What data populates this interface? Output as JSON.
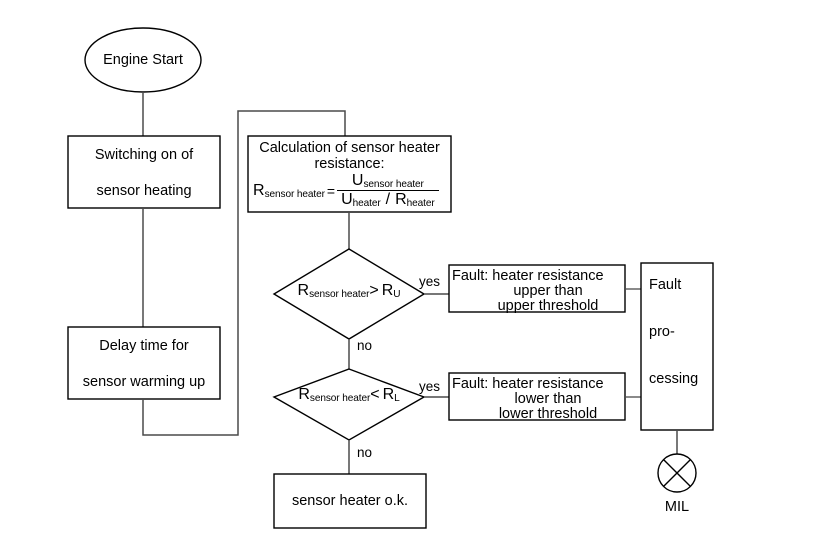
{
  "diagram": {
    "title": "Sensor heater diagnosis flowchart",
    "colors": {
      "stroke": "#000000",
      "connector": "#4a4a4a",
      "fill": "#ffffff"
    }
  },
  "nodes": {
    "start": {
      "label": "Engine Start",
      "shape": "ellipse"
    },
    "switching": {
      "line1": "Switching on of",
      "line2": "sensor heating",
      "shape": "process"
    },
    "delay": {
      "line1": "Delay time for",
      "line2": "sensor warming up",
      "shape": "process"
    },
    "calculation": {
      "heading1": "Calculation of sensor heater",
      "heading2": "resistance:",
      "formula": {
        "lhs_symbol": "R",
        "lhs_subscript": "sensor heater",
        "equals": "=",
        "numerator_symbol": "U",
        "numerator_subscript": "sensor heater",
        "denominator_symbol_1": "U",
        "denominator_subscript_1": "heater",
        "denominator_operator": "/",
        "denominator_symbol_2": "R",
        "denominator_subscript_2": "heater"
      },
      "shape": "process"
    },
    "decision_upper": {
      "symbol": "R",
      "subscript": "sensor heater",
      "operator": ">",
      "threshold_symbol": "R",
      "threshold_subscript": "U",
      "shape": "decision"
    },
    "decision_lower": {
      "symbol": "R",
      "subscript": "sensor heater",
      "operator": "<",
      "threshold_symbol": "R",
      "threshold_subscript": "L",
      "shape": "decision"
    },
    "fault_upper": {
      "line1": "Fault: heater resistance",
      "line2": "upper than",
      "line3": "upper threshold",
      "shape": "process"
    },
    "fault_lower": {
      "line1": "Fault: heater resistance",
      "line2": "lower than",
      "line3": "lower threshold",
      "shape": "process"
    },
    "fault_processing": {
      "line1": "Fault",
      "line2": "pro-",
      "line3": "cessing",
      "shape": "process"
    },
    "sensor_ok": {
      "label": "sensor heater o.k.",
      "shape": "process"
    },
    "mil": {
      "label": "MIL",
      "shape": "lamp-symbol"
    }
  },
  "edge_labels": {
    "yes_upper": "yes",
    "no_upper": "no",
    "yes_lower": "yes",
    "no_lower": "no"
  }
}
